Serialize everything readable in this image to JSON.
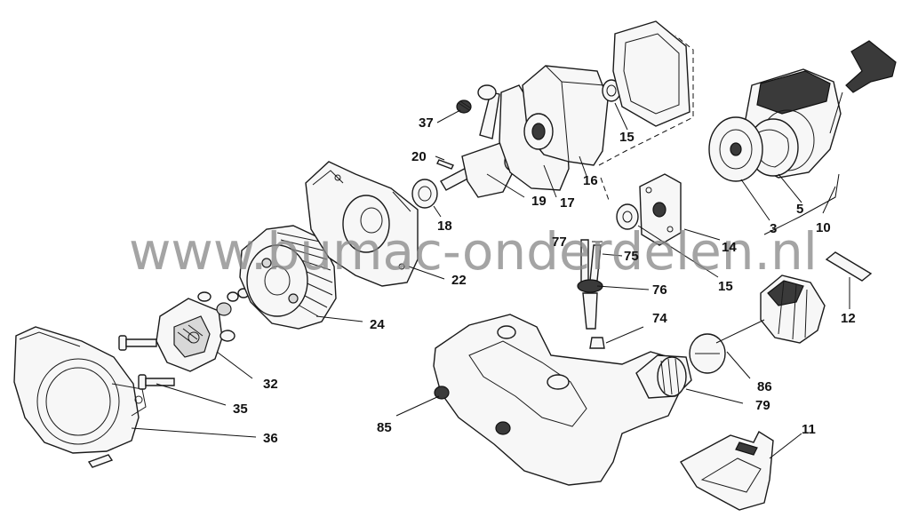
{
  "watermark": "www.bumac-onderdelen.nl",
  "callouts": {
    "c37": "37",
    "c20": "20",
    "c18": "18",
    "c19": "19",
    "c17": "17",
    "c16": "16",
    "c15a": "15",
    "c15b": "15",
    "c22": "22",
    "c24": "24",
    "c32": "32",
    "c35": "35",
    "c36": "36",
    "c3": "3",
    "c5": "5",
    "c10": "10",
    "c14": "14",
    "c77": "77",
    "c75": "75",
    "c76": "76",
    "c74": "74",
    "c85": "85",
    "c86": "86",
    "c79": "79",
    "c12": "12",
    "c11": "11"
  }
}
